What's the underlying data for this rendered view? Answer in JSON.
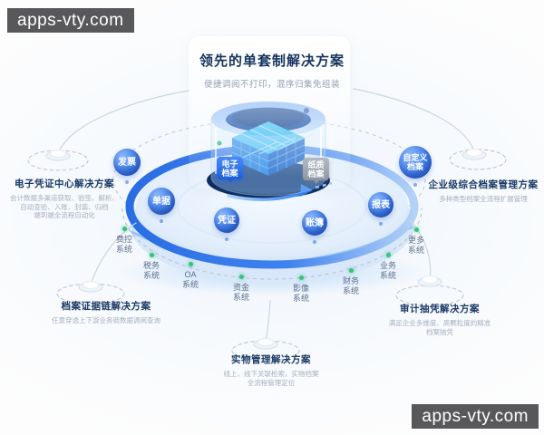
{
  "watermarks": {
    "text": "apps-vty.com"
  },
  "header": {
    "title": "领先的单套制解决方案",
    "subtitle": "便捷调阅不打印，混序归集免组装"
  },
  "hub": {
    "tags": [
      {
        "label": "电子\n档案"
      },
      {
        "label": "纸质\n档案"
      }
    ]
  },
  "spheres": [
    {
      "label": "发票"
    },
    {
      "label": "单据"
    },
    {
      "label": "凭证"
    },
    {
      "label": "账簿"
    },
    {
      "label": "报表"
    },
    {
      "label": "自定义\n档案"
    }
  ],
  "systems": [
    {
      "label": "费控\n系统"
    },
    {
      "label": "税务\n系统"
    },
    {
      "label": "OA\n系统"
    },
    {
      "label": "资金\n系统"
    },
    {
      "label": "影像\n系统"
    },
    {
      "label": "财务\n系统"
    },
    {
      "label": "业务\n系统"
    },
    {
      "label": "更多\n系统"
    }
  ],
  "solutions": [
    {
      "title": "电子凭证中心解决方案",
      "desc": "会计数据多渠道获取、验签、解析、\n自动查验、入账、封装、归档\n端到端全流程自动化"
    },
    {
      "title": "企业级综合档案管理方案",
      "desc": "多种类型档案全流程扩展管理"
    },
    {
      "title": "档案证据链解决方案",
      "desc": "任意穿透上下游业务链数据调阅查询"
    },
    {
      "title": "审计抽凭解决方案",
      "desc": "满足企业多维度、高颗粒度的精准\n档案抽凭"
    },
    {
      "title": "实物管理解决方案",
      "desc": "线上、线下关联检索，实物档案\n全流程管理定位"
    }
  ],
  "colors": {
    "accent_blue": "#2a6de3",
    "sphere_blue": "#2f6ce0",
    "green_dot": "#35c47d",
    "title_navy": "#16335e",
    "desc_gray": "#a7b0bf",
    "watermark_bg": "#58585b"
  }
}
